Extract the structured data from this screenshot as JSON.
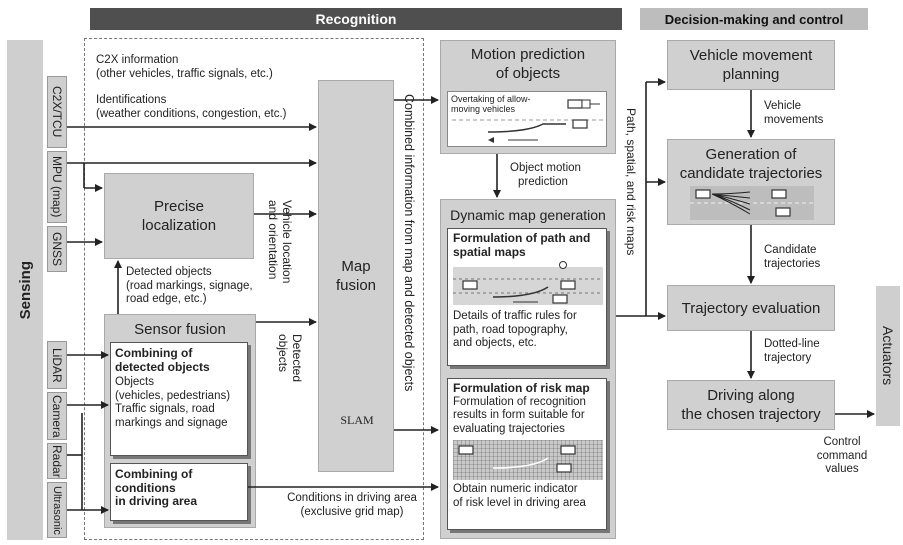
{
  "headers": {
    "recognition": "Recognition",
    "decision": "Decision-making and control"
  },
  "sensing": {
    "label": "Sensing",
    "inputs": [
      "C2X/TCU",
      "MPU (map)",
      "GNSS",
      "LiDAR",
      "Camera",
      "Radar",
      "Ultrasonic"
    ]
  },
  "c2x_info": {
    "line1": "C2X information",
    "line2": "(other vehicles, traffic signals, etc.)",
    "line3": "Identifications",
    "line4": "(weather conditions, congestion, etc.)"
  },
  "precise_localization": {
    "title_line1": "Precise",
    "title_line2": "localization"
  },
  "detected_objects_note": {
    "line1": "Detected objects",
    "line2": "(road markings, signage,",
    "line3": "road edge, etc.)"
  },
  "sensor_fusion": {
    "title": "Sensor fusion",
    "combining_objects": {
      "title_line1": "Combining of",
      "title_line2": "detected objects",
      "line1": "Objects",
      "line2": "(vehicles, pedestrians)",
      "line3": "Traffic signals, road",
      "line4": "markings and signage"
    },
    "combining_conditions": {
      "line1": "Combining of",
      "line2": "conditions",
      "line3": "in driving area"
    }
  },
  "vehicle_location_label": {
    "line1": "Vehicle location",
    "line2": "and orientation"
  },
  "detected_objects_label": {
    "line1": "Detected",
    "line2": "objects"
  },
  "map_fusion": {
    "line1": "Map",
    "line2": "fusion",
    "slam": "SLAM"
  },
  "combined_info_label": "Combined information from map and detected objects",
  "conditions_label": {
    "line1": "Conditions in driving area",
    "line2": "(exclusive grid map)"
  },
  "motion_prediction": {
    "title_line1": "Motion prediction",
    "title_line2": "of objects",
    "inset_line1": "Overtaking of allow-",
    "inset_line2": "moving vehicles",
    "arrow_label_line1": "Object motion",
    "arrow_label_line2": "prediction"
  },
  "dynamic_map": {
    "title": "Dynamic map generation",
    "path_maps": {
      "title_line1": "Formulation of path and",
      "title_line2": "spatial maps",
      "line1": "Details of traffic rules for",
      "line2": "path, road topography,",
      "line3": "and objects, etc."
    },
    "risk_map": {
      "title": "Formulation of risk map",
      "line1": "Formulation of recognition",
      "line2": "results in form suitable for",
      "line3": "evaluating trajectories",
      "line4": "Obtain numeric indicator",
      "line5": "of risk level in driving area"
    }
  },
  "path_spatial_label": "Path, spatial, and risk maps",
  "decision_blocks": {
    "vehicle_movement": {
      "line1": "Vehicle movement",
      "line2": "planning"
    },
    "movements_label": {
      "line1": "Vehicle",
      "line2": "movements"
    },
    "candidate_gen": {
      "line1": "Generation of",
      "line2": "candidate trajectories"
    },
    "candidates_label": {
      "line1": "Candidate",
      "line2": "trajectories"
    },
    "evaluation": "Trajectory evaluation",
    "dotted_label": {
      "line1": "Dotted-line",
      "line2": "trajectory"
    },
    "driving": {
      "line1": "Driving along",
      "line2": "the chosen trajectory"
    },
    "control_label": {
      "line1": "Control",
      "line2": "command",
      "line3": "values"
    }
  },
  "actuators": "Actuators"
}
